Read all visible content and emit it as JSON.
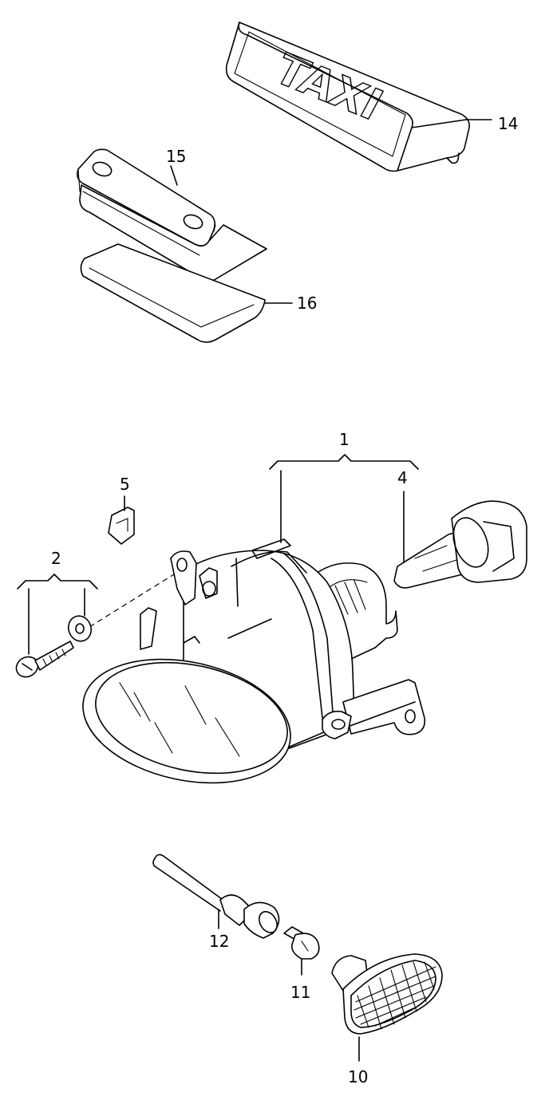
{
  "callouts": [
    {
      "id": "14",
      "text": "14"
    },
    {
      "id": "15",
      "text": "15"
    },
    {
      "id": "16",
      "text": "16"
    },
    {
      "id": "1",
      "text": "1"
    },
    {
      "id": "4",
      "text": "4"
    },
    {
      "id": "5",
      "text": "5"
    },
    {
      "id": "2",
      "text": "2"
    },
    {
      "id": "12",
      "text": "12"
    },
    {
      "id": "11",
      "text": "11"
    },
    {
      "id": "10",
      "text": "10"
    }
  ],
  "taxi_sign_text": "TAXI"
}
